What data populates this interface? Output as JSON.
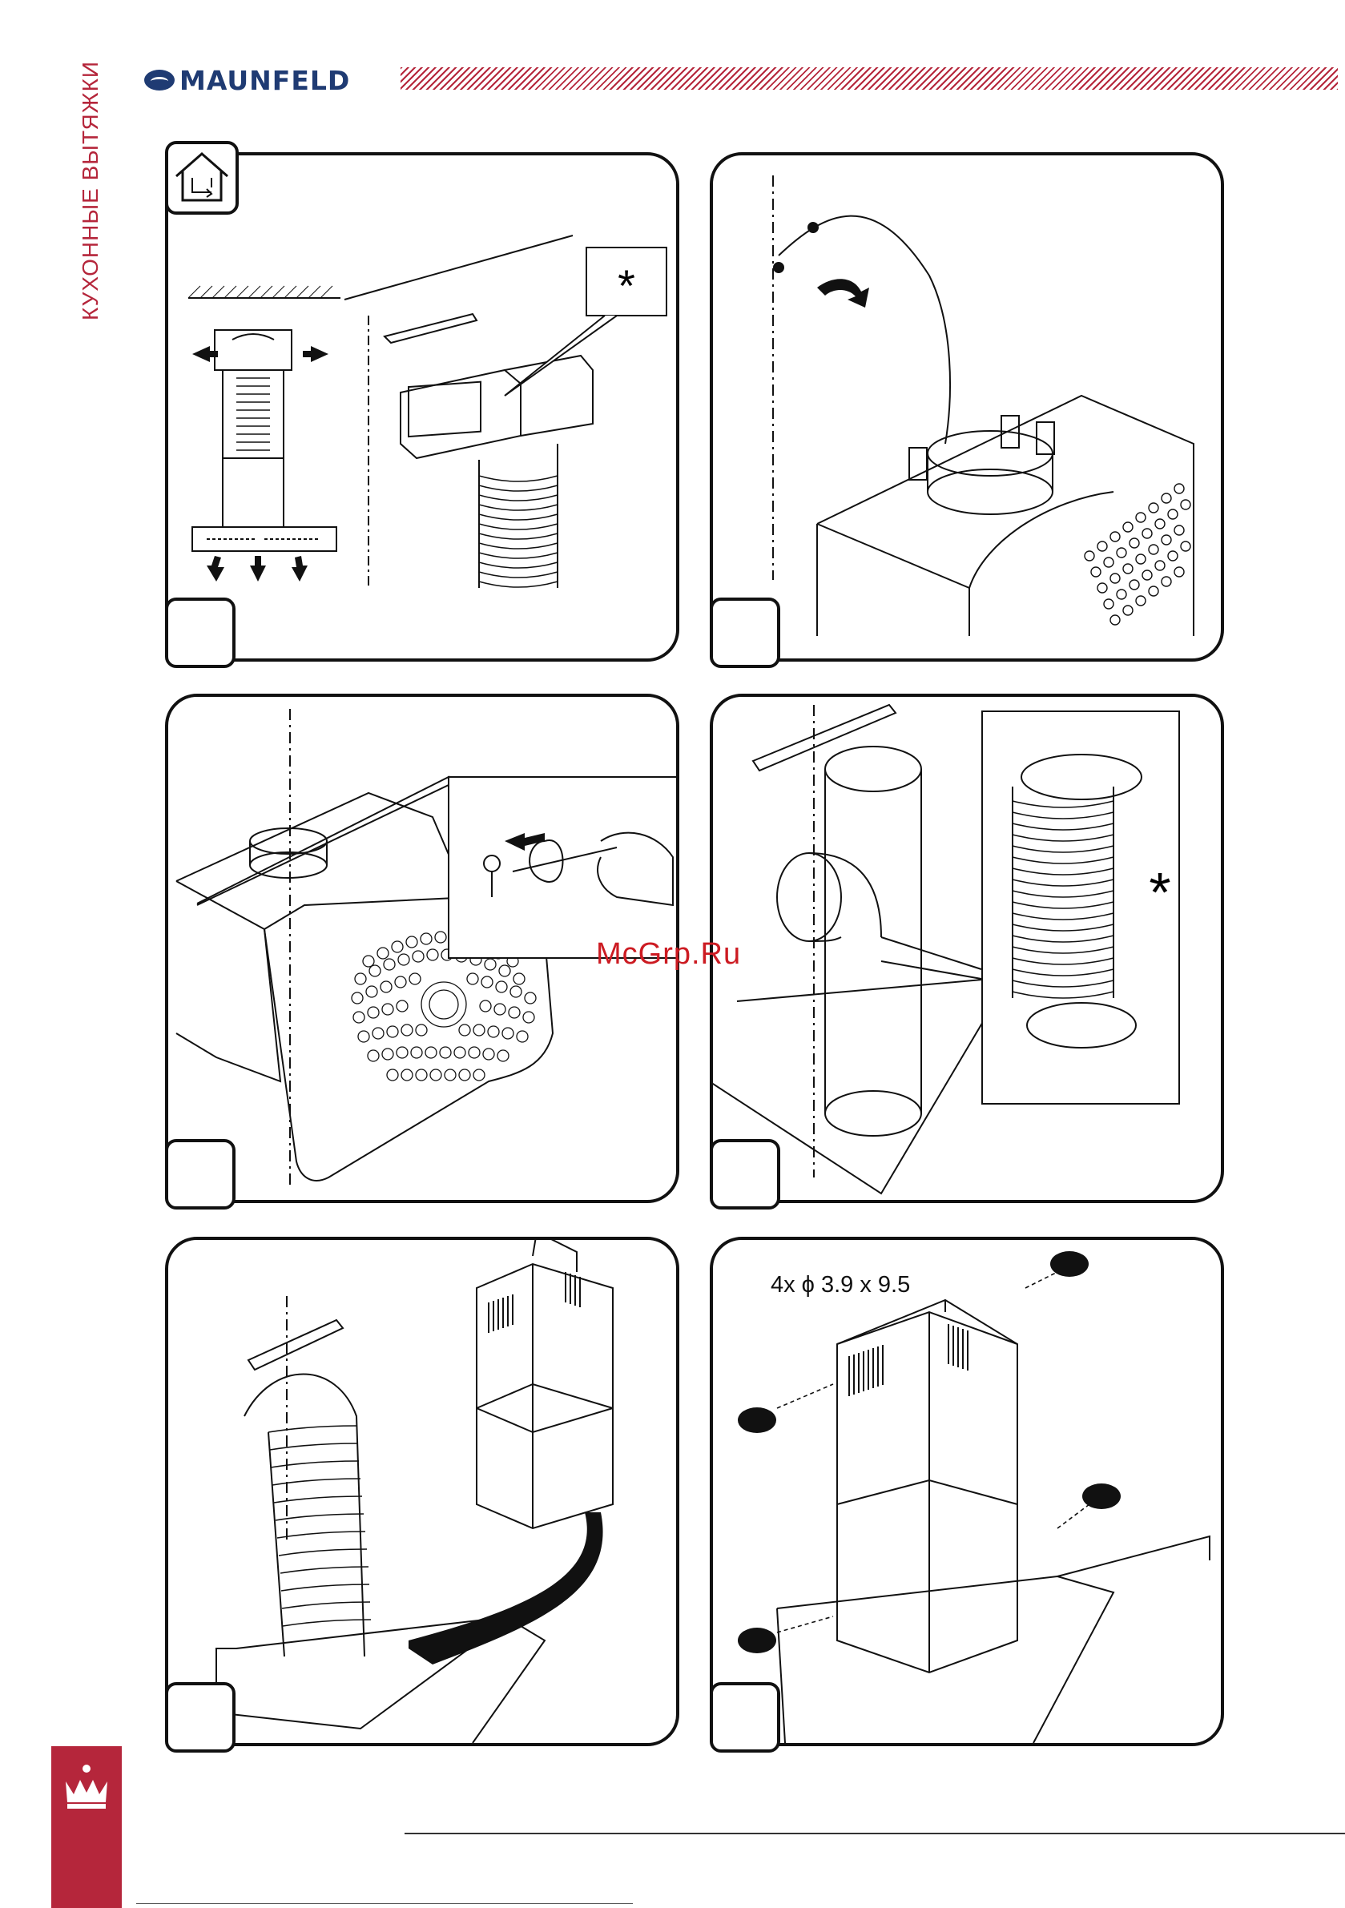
{
  "header": {
    "side_caption": "КУХОННЫЕ ВЫТЯЖКИ",
    "brand": "MAUNFELD"
  },
  "panels": [
    {
      "id": "panel-1",
      "asterisk": "*"
    },
    {
      "id": "panel-2"
    },
    {
      "id": "panel-3"
    },
    {
      "id": "panel-4",
      "asterisk": "*"
    },
    {
      "id": "panel-5"
    },
    {
      "id": "panel-6",
      "dimension_label": "4x ϕ 3.9 x 9.5"
    }
  ],
  "watermark": "McGrp.Ru",
  "colors": {
    "accent": "#b5263b",
    "brand": "#1f3b73",
    "watermark": "#cc1b22"
  },
  "icons": [
    "house-recirculation-icon",
    "crown-icon",
    "brand-logo-mark"
  ]
}
